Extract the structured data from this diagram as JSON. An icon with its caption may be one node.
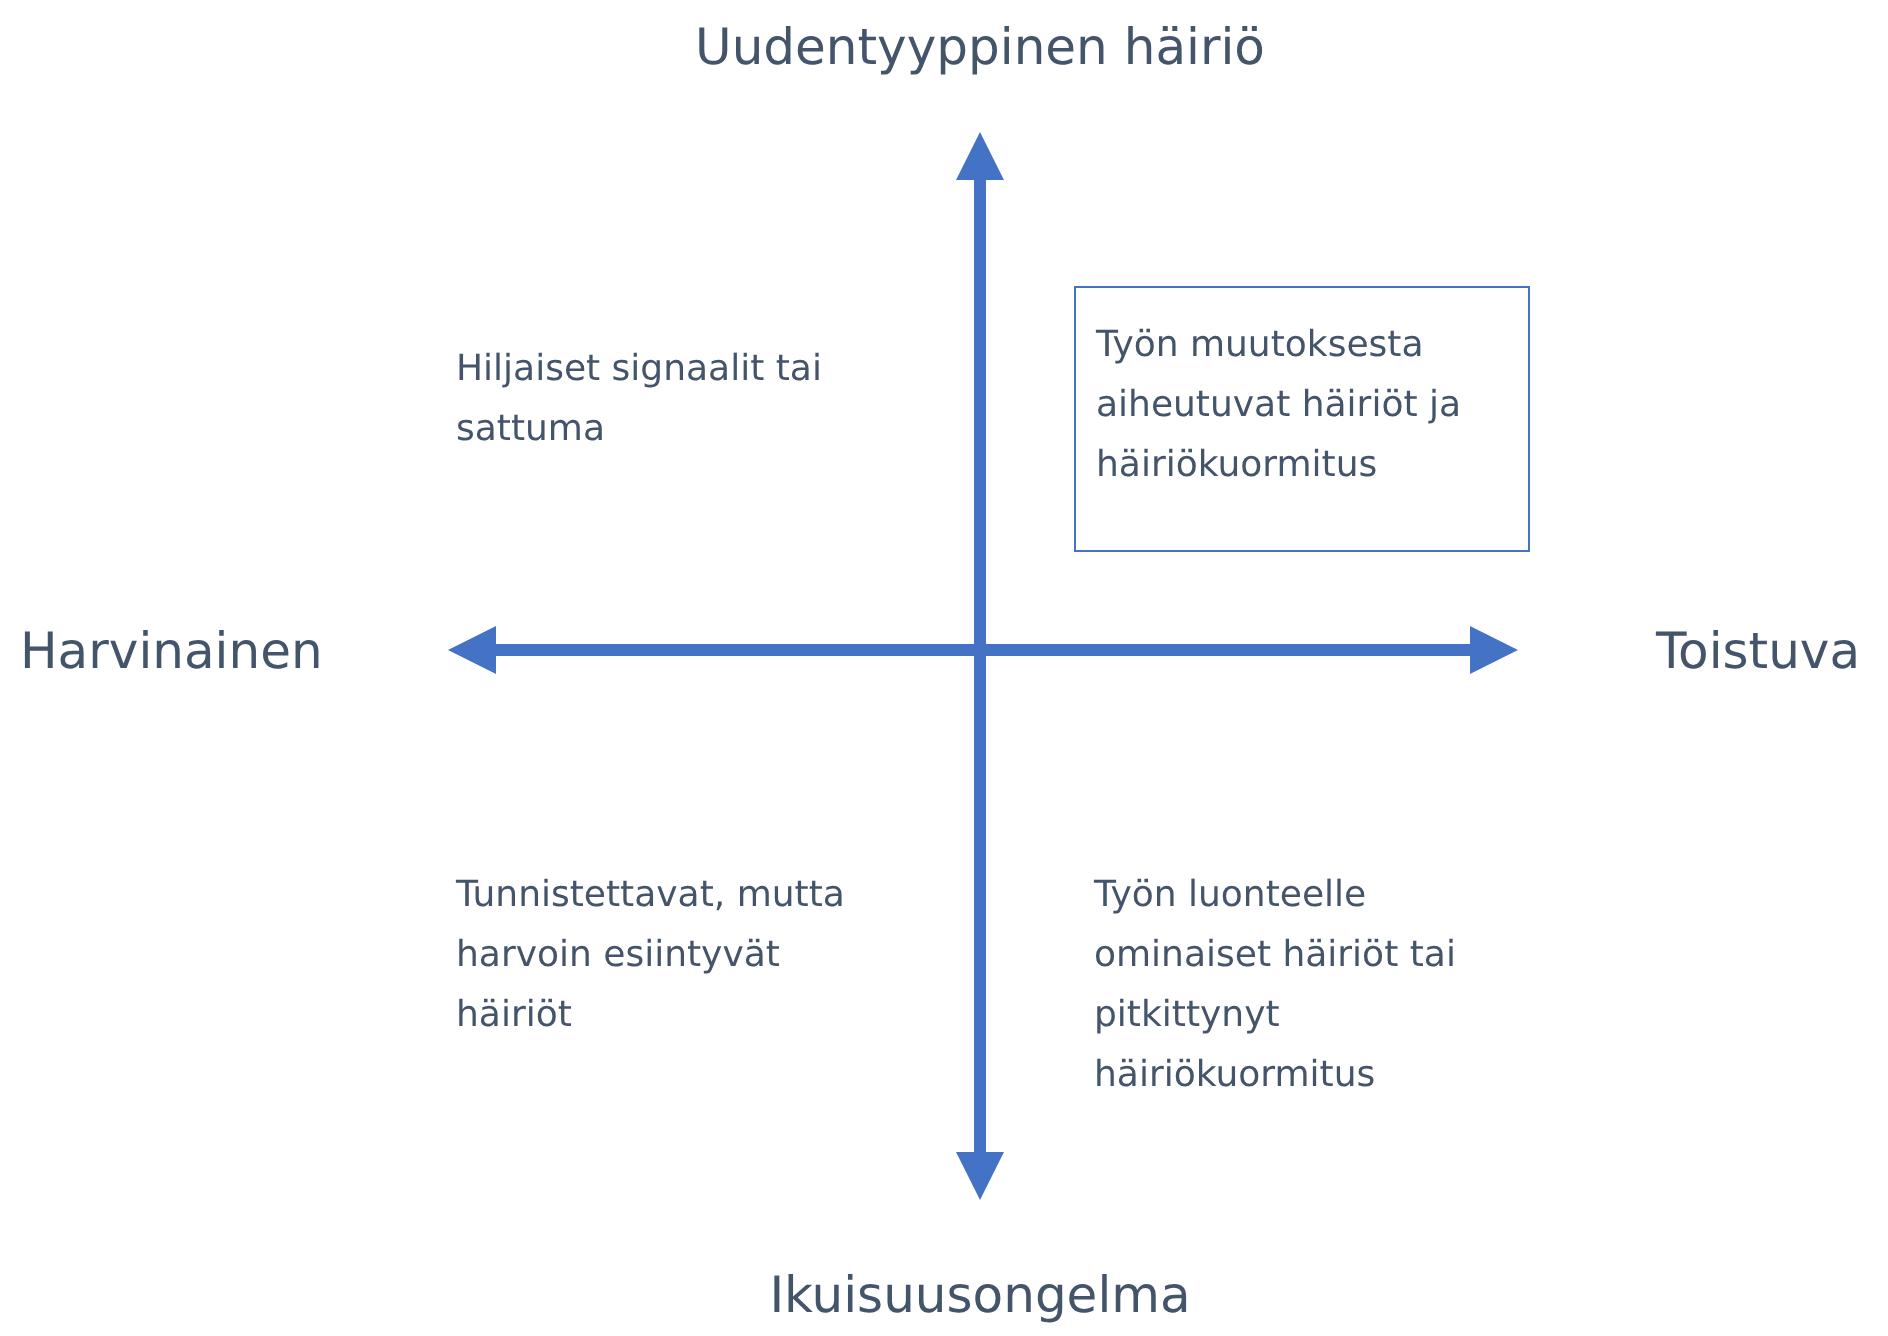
{
  "diagram": {
    "nodes": [
      {
        "text": [
          "Työn muutoksesta aiheutuvat häiriöt ja häiriökuormitus"
        ]
      }
    ],
    "labels": [
      "Uudentyyppinen häiriö",
      "Hiljaiset signaalit tai sattuma",
      "Harvinainen",
      "Toistuva",
      "Tunnistettavat, mutta harvoin esiintyvät häiriöt",
      "Työn luonteelle ominaiset häiriöt tai pitkittynyt häiriökuormitus",
      "Ikuisuusongelma"
    ]
  }
}
